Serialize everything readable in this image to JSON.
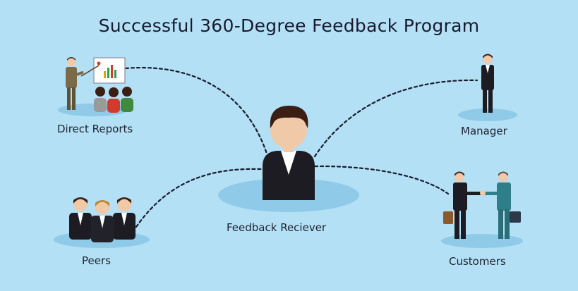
{
  "title": "Successful 360-Degree Feedback Program",
  "nodes": {
    "direct_reports": "Direct Reports",
    "manager": "Manager",
    "receiver": "Feedback Reciever",
    "peers": "Peers",
    "customers": "Customers"
  },
  "colors": {
    "background": "#b3e0f5",
    "platform": "#8fcbe8",
    "connector": "#1a1a2e",
    "suit": "#1c1c22",
    "skin": "#f0c9a8",
    "hair": "#3b1e14"
  }
}
